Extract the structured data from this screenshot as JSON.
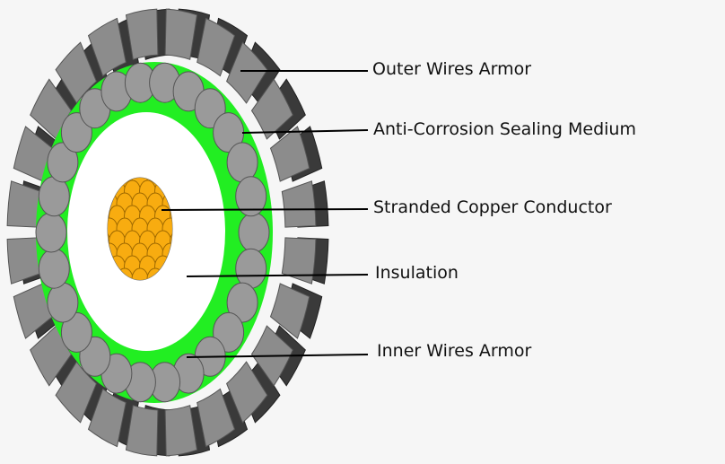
{
  "labels": {
    "outer_armor": "Outer Wires Armor",
    "sealing": "Anti-Corrosion Sealing Medium",
    "conductor": "Stranded Copper Conductor",
    "insulation": "Insulation",
    "inner_armor": "Inner Wires Armor"
  },
  "colors": {
    "armor": "#8c8c8c",
    "armor_dark": "#3a3a3a",
    "sealing": "#22ee22",
    "insulation": "#ffffff",
    "copper": "#f8ac10"
  }
}
